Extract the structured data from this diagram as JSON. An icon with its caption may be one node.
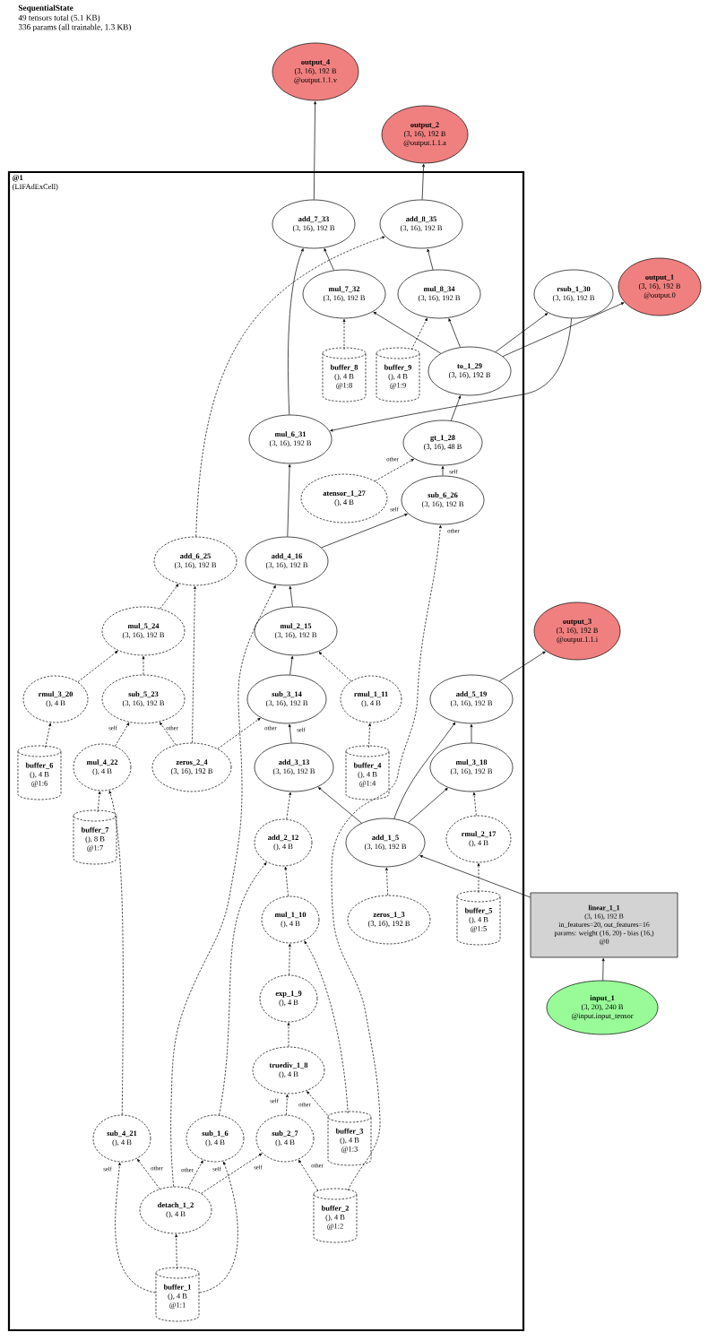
{
  "diagram": {
    "title": "SequentialState",
    "labels": [
      "49 tensors total (5.1 KB)",
      "336 params (all trainable, 1.3 KB)"
    ],
    "nodes": [
      {
        "text": [
          "output_4",
          "(3, 16), 192 B",
          "@output.1.1.v"
        ]
      },
      {
        "text": [
          "output_2",
          "(3, 16), 192 B",
          "@output.1.1.a"
        ]
      },
      {
        "text": [
          "@1",
          "(LIFAdExCell)"
        ]
      },
      {
        "text": [
          "add_7_33",
          "(3, 16), 192 B"
        ],
        "in": 2
      },
      {
        "text": [
          "add_8_35",
          "(3, 16), 192 B"
        ],
        "in": 2
      },
      {
        "text": [
          "mul_7_32",
          "(3, 16), 192 B"
        ],
        "in": 2
      },
      {
        "text": [
          "mul_8_34",
          "(3, 16), 192 B"
        ],
        "in": 2
      },
      {
        "text": [
          "rsub_1_30",
          "(3, 16), 192 B"
        ]
      },
      {
        "text": [
          "output_1",
          "(3, 16), 192 B",
          "@output.0"
        ]
      },
      {
        "text": [
          "buffer_8",
          "(), 4 B",
          "@1:8"
        ],
        "in": 2
      },
      {
        "text": [
          "buffer_9",
          "(), 4 B",
          "@1:9"
        ],
        "in": 2
      },
      {
        "text": [
          "to_1_29",
          "(3, 16), 192 B"
        ],
        "in": 2
      },
      {
        "text": [
          "mul_6_31",
          "(3, 16), 192 B"
        ],
        "in": 2
      },
      {
        "text": [
          "gt_1_28",
          "(3, 16), 48 B"
        ],
        "in": 2
      },
      {
        "text": [
          "atensor_1_27",
          "(), 4 B"
        ],
        "in": 2
      },
      {
        "text": [
          "sub_6_26",
          "(3, 16), 192 B"
        ],
        "in": 2
      },
      {
        "text": [
          "add_6_25",
          "(3, 16), 192 B"
        ],
        "in": 2
      },
      {
        "text": [
          "add_4_16",
          "(3, 16), 192 B"
        ],
        "in": 2
      },
      {
        "text": [
          "mul_5_24",
          "(3, 16), 192 B"
        ],
        "in": 2
      },
      {
        "text": [
          "mul_2_15",
          "(3, 16), 192 B"
        ],
        "in": 2
      },
      {
        "text": [
          "output_3",
          "(3, 16), 192 B",
          "@output.1.1.i"
        ]
      },
      {
        "text": [
          "rmul_3_20",
          "(), 4 B"
        ],
        "in": 2
      },
      {
        "text": [
          "sub_5_23",
          "(3, 16), 192 B"
        ],
        "in": 2
      },
      {
        "text": [
          "sub_3_14",
          "(3, 16), 192 B"
        ],
        "in": 2
      },
      {
        "text": [
          "rmul_1_11",
          "(), 4 B"
        ],
        "in": 2
      },
      {
        "text": [
          "add_5_19",
          "(3, 16), 192 B"
        ],
        "in": 2
      },
      {
        "text": [
          "buffer_6",
          "(), 4 B",
          "@1:6"
        ],
        "in": 2
      },
      {
        "text": [
          "mul_4_22",
          "(), 4 B"
        ],
        "in": 2
      },
      {
        "text": [
          "zeros_2_4",
          "(3, 16), 192 B"
        ],
        "in": 2
      },
      {
        "text": [
          "add_3_13",
          "(3, 16), 192 B"
        ],
        "in": 2
      },
      {
        "text": [
          "buffer_4",
          "(), 4 B",
          "@1:4"
        ],
        "in": 2
      },
      {
        "text": [
          "mul_3_18",
          "(3, 16), 192 B"
        ],
        "in": 2
      },
      {
        "text": [
          "buffer_7",
          "(), 8 B",
          "@1:7"
        ],
        "in": 2
      },
      {
        "text": [
          "add_2_12",
          "(), 4 B"
        ],
        "in": 2
      },
      {
        "text": [
          "add_1_5",
          "(3, 16), 192 B"
        ],
        "in": 2
      },
      {
        "text": [
          "rmul_2_17",
          "(), 4 B"
        ],
        "in": 2
      },
      {
        "text": [
          "mul_1_10",
          "(), 4 B"
        ],
        "in": 2
      },
      {
        "text": [
          "zeros_1_3",
          "(3, 16), 192 B"
        ],
        "in": 2
      },
      {
        "text": [
          "buffer_5",
          "(), 4 B",
          "@1:5"
        ],
        "in": 2
      },
      {
        "text": [
          "linear_1_1",
          "(3, 16), 192 B",
          "in_features=20, out_features=16",
          "params: weight (16, 20) - bias (16,)",
          "@0"
        ]
      },
      {
        "text": [
          "exp_1_9",
          "(), 4 B"
        ],
        "in": 2
      },
      {
        "text": [
          "input_1",
          "(3, 20), 240 B",
          "@input.input_tensor"
        ]
      },
      {
        "text": [
          "truediv_1_8",
          "(), 4 B"
        ],
        "in": 2
      },
      {
        "text": [
          "sub_4_21",
          "(), 4 B"
        ],
        "in": 2
      },
      {
        "text": [
          "sub_1_6",
          "(), 4 B"
        ],
        "in": 2
      },
      {
        "text": [
          "sub_2_7",
          "(), 4 B"
        ],
        "in": 2
      },
      {
        "text": [
          "buffer_3",
          "(), 4 B",
          "@1:3"
        ],
        "in": 2
      },
      {
        "text": [
          "detach_1_2",
          "(), 4 B"
        ],
        "in": 2
      },
      {
        "text": [
          "buffer_2",
          "(), 4 B",
          "@1:2"
        ],
        "in": 2
      },
      {
        "text": [
          "buffer_1",
          "(), 4 B",
          "@1:1"
        ],
        "in": 2
      }
    ],
    "edges": [
      {
        "from": 3,
        "to": 0,
        "arrow": "to"
      },
      {
        "from": 4,
        "to": 1,
        "arrow": "to"
      },
      {
        "from": 5,
        "to": 3,
        "arrow": "to"
      },
      {
        "from": 12,
        "to": 3,
        "arrow": "to"
      },
      {
        "from": 6,
        "to": 4,
        "arrow": "to"
      },
      {
        "from": 16,
        "to": 4,
        "arrow": "to",
        "style": "dashed"
      },
      {
        "from": 9,
        "to": 5,
        "arrow": "to",
        "style": "dashed"
      },
      {
        "from": 11,
        "to": 5,
        "arrow": "to"
      },
      {
        "from": 10,
        "to": 6,
        "arrow": "to",
        "style": "dashed"
      },
      {
        "from": 11,
        "to": 6,
        "arrow": "to"
      },
      {
        "from": 11,
        "to": 7,
        "arrow": "to"
      },
      {
        "from": 11,
        "to": 8,
        "arrow": "to"
      },
      {
        "from": 7,
        "to": 12,
        "arrow": "to"
      },
      {
        "from": 13,
        "to": 11,
        "arrow": "to"
      },
      {
        "from": 14,
        "to": 13,
        "arrow": "to",
        "style": "dashed",
        "label": "other"
      },
      {
        "from": 15,
        "to": 13,
        "arrow": "to",
        "label": "self"
      },
      {
        "from": 17,
        "to": 15,
        "arrow": "to",
        "label": "self"
      },
      {
        "from": 48,
        "to": 15,
        "arrow": "to",
        "style": "dashed",
        "label": "other"
      },
      {
        "from": 17,
        "to": 12,
        "arrow": "to"
      },
      {
        "from": 18,
        "to": 16,
        "arrow": "to",
        "style": "dashed"
      },
      {
        "from": 28,
        "to": 16,
        "arrow": "to",
        "style": "dashed"
      },
      {
        "from": 19,
        "to": 17,
        "arrow": "to"
      },
      {
        "from": 47,
        "to": 17,
        "arrow": "to",
        "style": "dashed"
      },
      {
        "from": 21,
        "to": 18,
        "arrow": "to",
        "style": "dashed"
      },
      {
        "from": 22,
        "to": 18,
        "arrow": "to",
        "style": "dashed"
      },
      {
        "from": 23,
        "to": 19,
        "arrow": "to"
      },
      {
        "from": 24,
        "to": 19,
        "arrow": "to",
        "style": "dashed"
      },
      {
        "from": 25,
        "to": 20,
        "arrow": "to"
      },
      {
        "from": 26,
        "to": 21,
        "arrow": "to",
        "style": "dashed"
      },
      {
        "from": 27,
        "to": 22,
        "arrow": "to",
        "style": "dashed",
        "label": "self"
      },
      {
        "from": 28,
        "to": 22,
        "arrow": "to",
        "style": "dashed",
        "label": "other"
      },
      {
        "from": 28,
        "to": 23,
        "arrow": "to",
        "style": "dashed",
        "label": "other"
      },
      {
        "from": 29,
        "to": 23,
        "arrow": "to",
        "label": "self"
      },
      {
        "from": 30,
        "to": 24,
        "arrow": "to",
        "style": "dashed"
      },
      {
        "from": 31,
        "to": 25,
        "arrow": "to"
      },
      {
        "from": 34,
        "to": 25,
        "arrow": "to"
      },
      {
        "from": 32,
        "to": 27,
        "arrow": "to",
        "style": "dashed"
      },
      {
        "from": 43,
        "to": 27,
        "arrow": "to",
        "style": "dashed"
      },
      {
        "from": 33,
        "to": 29,
        "arrow": "to",
        "style": "dashed"
      },
      {
        "from": 34,
        "to": 29,
        "arrow": "to"
      },
      {
        "from": 34,
        "to": 31,
        "arrow": "to"
      },
      {
        "from": 35,
        "to": 31,
        "arrow": "to",
        "style": "dashed"
      },
      {
        "from": 36,
        "to": 33,
        "arrow": "to",
        "style": "dashed"
      },
      {
        "from": 44,
        "to": 33,
        "arrow": "to",
        "style": "dashed"
      },
      {
        "from": 37,
        "to": 34,
        "arrow": "to",
        "style": "dashed"
      },
      {
        "from": 39,
        "to": 34,
        "arrow": "to"
      },
      {
        "from": 38,
        "to": 35,
        "arrow": "to",
        "style": "dashed"
      },
      {
        "from": 40,
        "to": 36,
        "arrow": "to",
        "style": "dashed"
      },
      {
        "from": 46,
        "to": 36,
        "arrow": "to",
        "style": "dashed"
      },
      {
        "from": 41,
        "to": 39,
        "arrow": "to"
      },
      {
        "from": 42,
        "to": 40,
        "arrow": "to",
        "style": "dashed"
      },
      {
        "from": 45,
        "to": 42,
        "arrow": "to",
        "style": "dashed",
        "label": "self"
      },
      {
        "from": 46,
        "to": 42,
        "arrow": "to",
        "style": "dashed",
        "label": "other"
      },
      {
        "from": 47,
        "to": 43,
        "arrow": "to",
        "style": "dashed",
        "label": "other"
      },
      {
        "from": 49,
        "to": 43,
        "arrow": "to",
        "style": "dashed",
        "label": "self"
      },
      {
        "from": 47,
        "to": 44,
        "arrow": "to",
        "style": "dashed",
        "label": "other"
      },
      {
        "from": 49,
        "to": 44,
        "arrow": "to",
        "style": "dashed",
        "label": "self"
      },
      {
        "from": 47,
        "to": 45,
        "arrow": "to",
        "style": "dashed",
        "label": "self"
      },
      {
        "from": 48,
        "to": 45,
        "arrow": "to",
        "style": "dashed",
        "label": "other"
      },
      {
        "from": 49,
        "to": 47,
        "arrow": "to",
        "style": "dashed"
      }
    ]
  }
}
